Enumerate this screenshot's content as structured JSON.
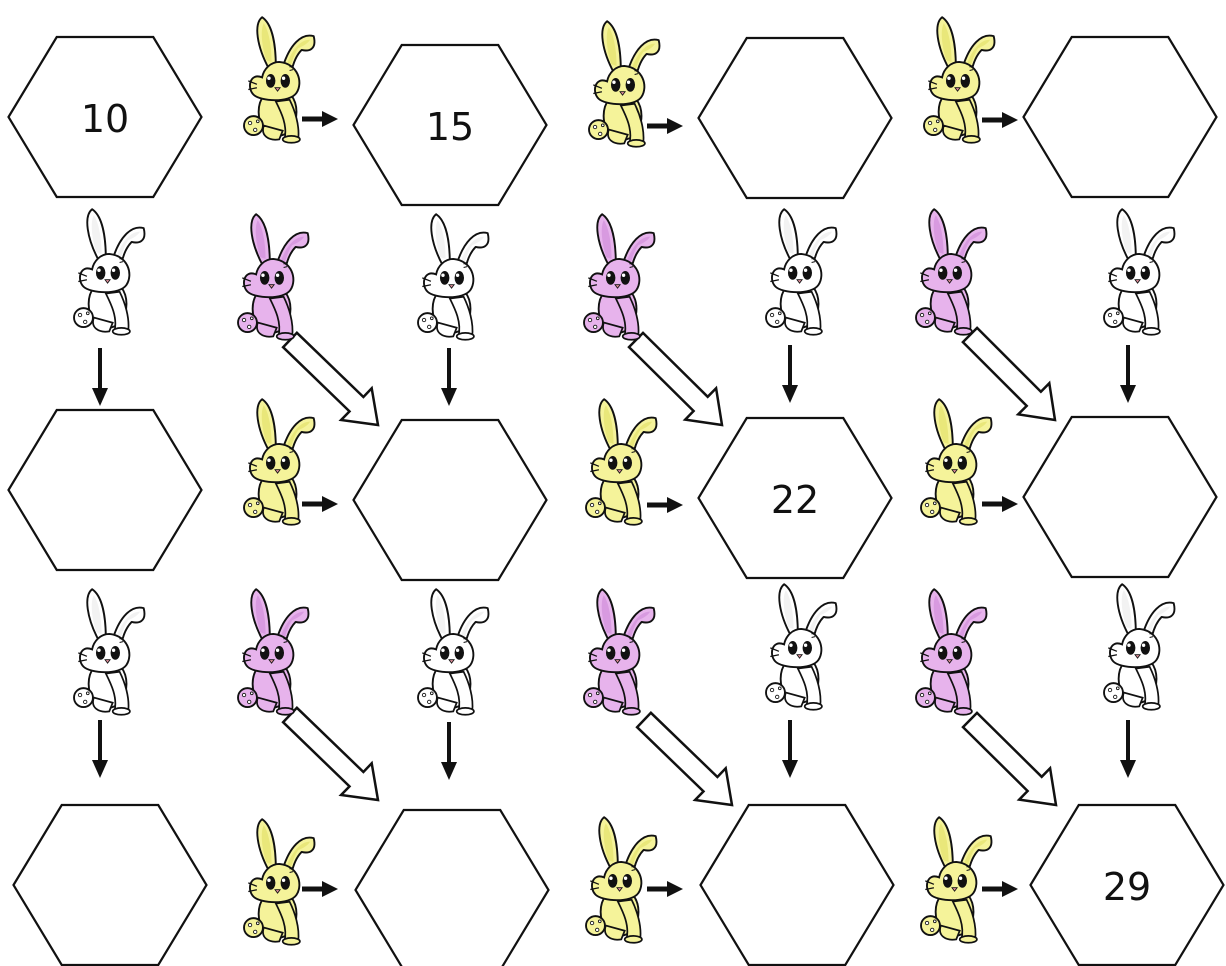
{
  "colors": {
    "yellow_bunny": "#f5f39a",
    "white_bunny": "#ffffff",
    "purple_bunny": "#e7b3ec",
    "bunny_ear_inner_yellow": "#e9e77a",
    "bunny_ear_inner_purple": "#d89ae0",
    "bunny_ear_inner_white": "#f2f2f2",
    "bunny_nose": "#e0909c",
    "outline": "#111111"
  },
  "hexagons": [
    {
      "name": "hex-r1-c1",
      "value": "10"
    },
    {
      "name": "hex-r1-c2",
      "value": "15"
    },
    {
      "name": "hex-r1-c3",
      "value": ""
    },
    {
      "name": "hex-r1-c4",
      "value": ""
    },
    {
      "name": "hex-r2-c1",
      "value": ""
    },
    {
      "name": "hex-r2-c2",
      "value": ""
    },
    {
      "name": "hex-r2-c3",
      "value": "22"
    },
    {
      "name": "hex-r2-c4",
      "value": ""
    },
    {
      "name": "hex-r3-c1",
      "value": ""
    },
    {
      "name": "hex-r3-c2",
      "value": ""
    },
    {
      "name": "hex-r3-c3",
      "value": ""
    },
    {
      "name": "hex-r3-c4",
      "value": "29"
    }
  ],
  "bunnies": [
    {
      "color": "yellow_bunny",
      "icon": "yellow-bunny-icon"
    },
    {
      "color": "white_bunny",
      "icon": "white-bunny-icon"
    },
    {
      "color": "purple_bunny",
      "icon": "purple-bunny-icon"
    }
  ]
}
